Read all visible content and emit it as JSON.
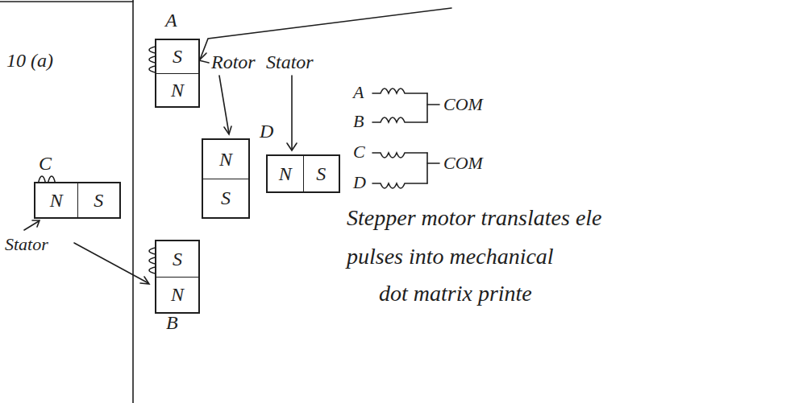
{
  "diagram": {
    "nodes": [
      {
        "text": [
          "S",
          "N"
        ]
      },
      {
        "text": [
          "N",
          "S"
        ]
      },
      {
        "text": [
          "N",
          "S"
        ]
      },
      {
        "text": [
          "N",
          "S"
        ]
      },
      {
        "text": [
          "S",
          "N"
        ]
      }
    ],
    "labels": [
      "10 (a)",
      "A",
      "Rotor",
      "Stator",
      "C",
      "D",
      "Stator",
      "B",
      "A",
      "B",
      "C",
      "D",
      "COM",
      "COM",
      "Stepper motor translates ele",
      "pulses into mechanical",
      "dot matrix printe"
    ]
  }
}
